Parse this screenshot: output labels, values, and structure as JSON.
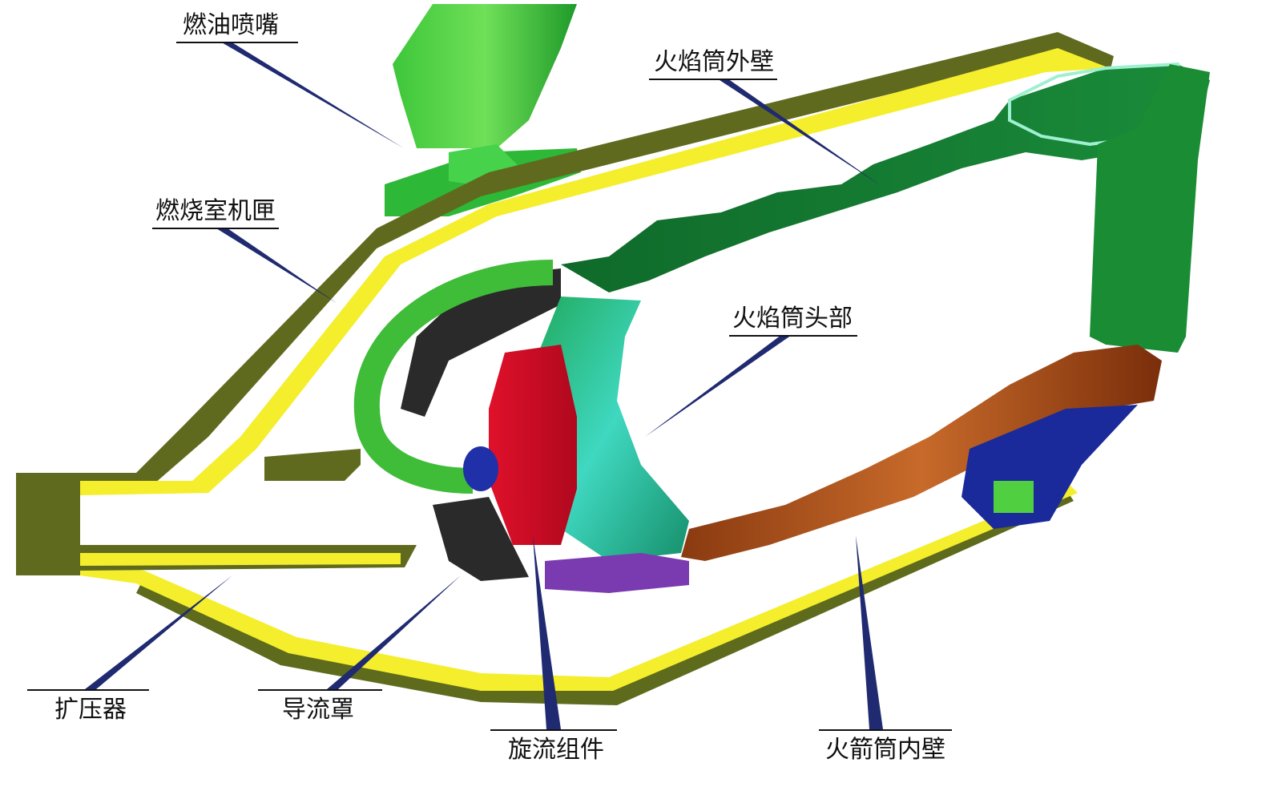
{
  "figure": {
    "labels": {
      "fuel_nozzle": "燃油喷嘴",
      "liner_outer_wall": "火焰筒外壁",
      "combustor_casing": "燃烧室机匣",
      "liner_dome": "火焰筒头部",
      "diffuser": "扩压器",
      "cowl": "导流罩",
      "swirler_assembly": "旋流组件",
      "liner_inner_wall": "火箭筒内壁"
    }
  }
}
